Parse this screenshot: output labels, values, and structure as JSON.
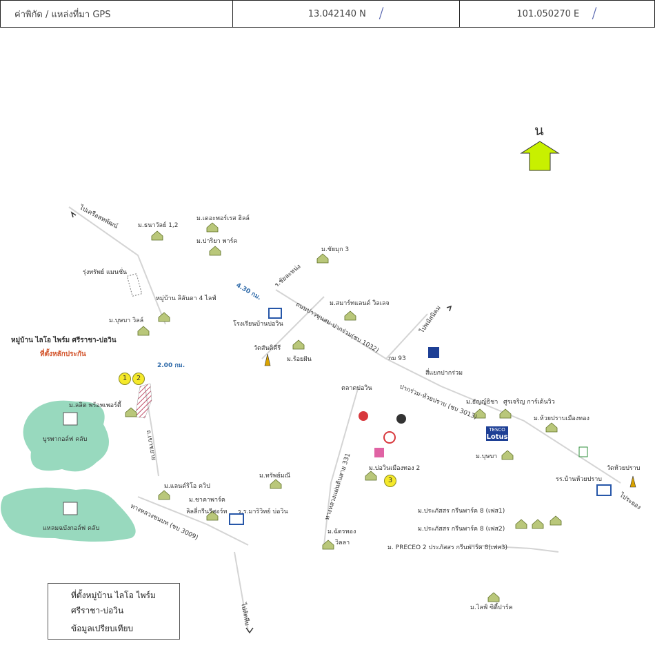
{
  "header": {
    "label": "ค่าพิกัด / แหล่งที่มา GPS",
    "latitude": "13.042140 N",
    "longitude": "101.050270 E"
  },
  "north_label": "น",
  "labels": {
    "to_khlong": "ไปเครือสหพัฒน์",
    "tanawan": "ม.ธนาวัลย์ 1,2",
    "the_village": "ม.เดอะพอร์เรส ฮิลล์",
    "pariya": "ม.ปาริยา พาร์ค",
    "rungsap": "รุ่งทรัพย์ แมนชั่น",
    "lalinda": "หมู่บ้าน ลิลันดา 4 ไลฟ์",
    "bussaba": "ม.บุษบา วิลล์",
    "lio_village": "หมู่บ้าน ไลโอ ไพร์ม ศรีราชา-บ่อวิน",
    "site": "ที่ตั้งหลักประกัน",
    "dist_200": "2.00 กม.",
    "dist_430": "4.30 กม.",
    "tha_bang": "ร.ชัยละหน่ง",
    "chaimuk": "ม.ชัยมุก 3",
    "smart_land": "ม.สมาร์ทแลนด์ วิลเลจ",
    "road_1032": "ถนนบ่าวขุนสม-ปากร่วม(ชบ 1032)",
    "school": "โรงเรียนบ้านบ่อวิน",
    "wat_samkhiri": "วัดสันติคีรี",
    "roi_fan": "ม.ร้อยฝัน",
    "to_phanthong": "ไปพนัสนิคม",
    "km93": "กม 93",
    "pakrua_junction": "สี่แยกปากร่วม",
    "market": "ตลาดบ่อวิน",
    "road_3013": "ปากร่วม-ห้วยปราบ (ชบ 3013)",
    "thanasit": "ม.ธัญญ์ธิชา",
    "suracharoen": "ศูรเจริญ การ์เด้นวิว",
    "huai_prap_muang": "ม.ห้วยปราบเมืองทอง",
    "lotus_top": "TESCO",
    "lotus": "Lotus",
    "bunyada": "ม.บุษบา",
    "lalit": "ม.ลลิต พร้อพเพอร์ตี้",
    "burapha_golf": "บูรพากอล์ฟ คลับ",
    "road_sukhumvit": "ถ.เขาขยาย",
    "road_331": "ทางหลวงแผ่นดินสาย 331",
    "bowin_muang": "ม.บ่อวินเมืองทอง 2",
    "wat_huai_prap": "วัดห้วยปราบ",
    "huai_prap_school": "รร.บ้านห้วยปราบ",
    "to_rayong": "ไประยอง",
    "land_river": "ม.แลนด์ริโอ ควิป",
    "tak_mani": "ม.ทรัพย์มณี",
    "ekachai": "ม.ชาคาพาร์ค",
    "lotus_green": "ลิลลี่กรีนรีสอร์ท",
    "mathayom": "ร.ร.มาริวิทย์ บ่อวิน",
    "road_3009": "ทางหลวงชนบท (ชบ 3009)",
    "lakewood_golf": "แหลมฉบังกอล์ฟ คลับ",
    "chattong": "ม.ฉัตรทอง",
    "villa": "วิลลา",
    "green_park_1": "ม.ประภัสสร กรีนพาร์ค 8 (เฟส1)",
    "green_park_2": "ม.ประภัสสร กรีนพาร์ค 8 (เฟส2)",
    "preceo": "ม. PRECEO 2 ประภัสสร กรีนพาร์ค 8(เฟส3)",
    "to_bangsaen": "ไปสัตหีบ",
    "life_city": "ม.ไลฟ์ ซิตี้ปาร์ค"
  },
  "circles": [
    "1",
    "2",
    "3"
  ],
  "legend": {
    "item1_line1": "ที่ตั้งหมู่บ้าน ไลโอ ไพร์ม",
    "item1_line2": "ศรีราชา-บ่อวิน",
    "item2": "ข้อมูลเปรียบเทียบ"
  },
  "colors": {
    "road": "#cfcfcf",
    "golf": "#7ecfae",
    "north_arrow": "#c8f000",
    "house": "#6e8a2e",
    "compare_dot": "#f5e92a",
    "site_hatch": "#c0506a"
  }
}
